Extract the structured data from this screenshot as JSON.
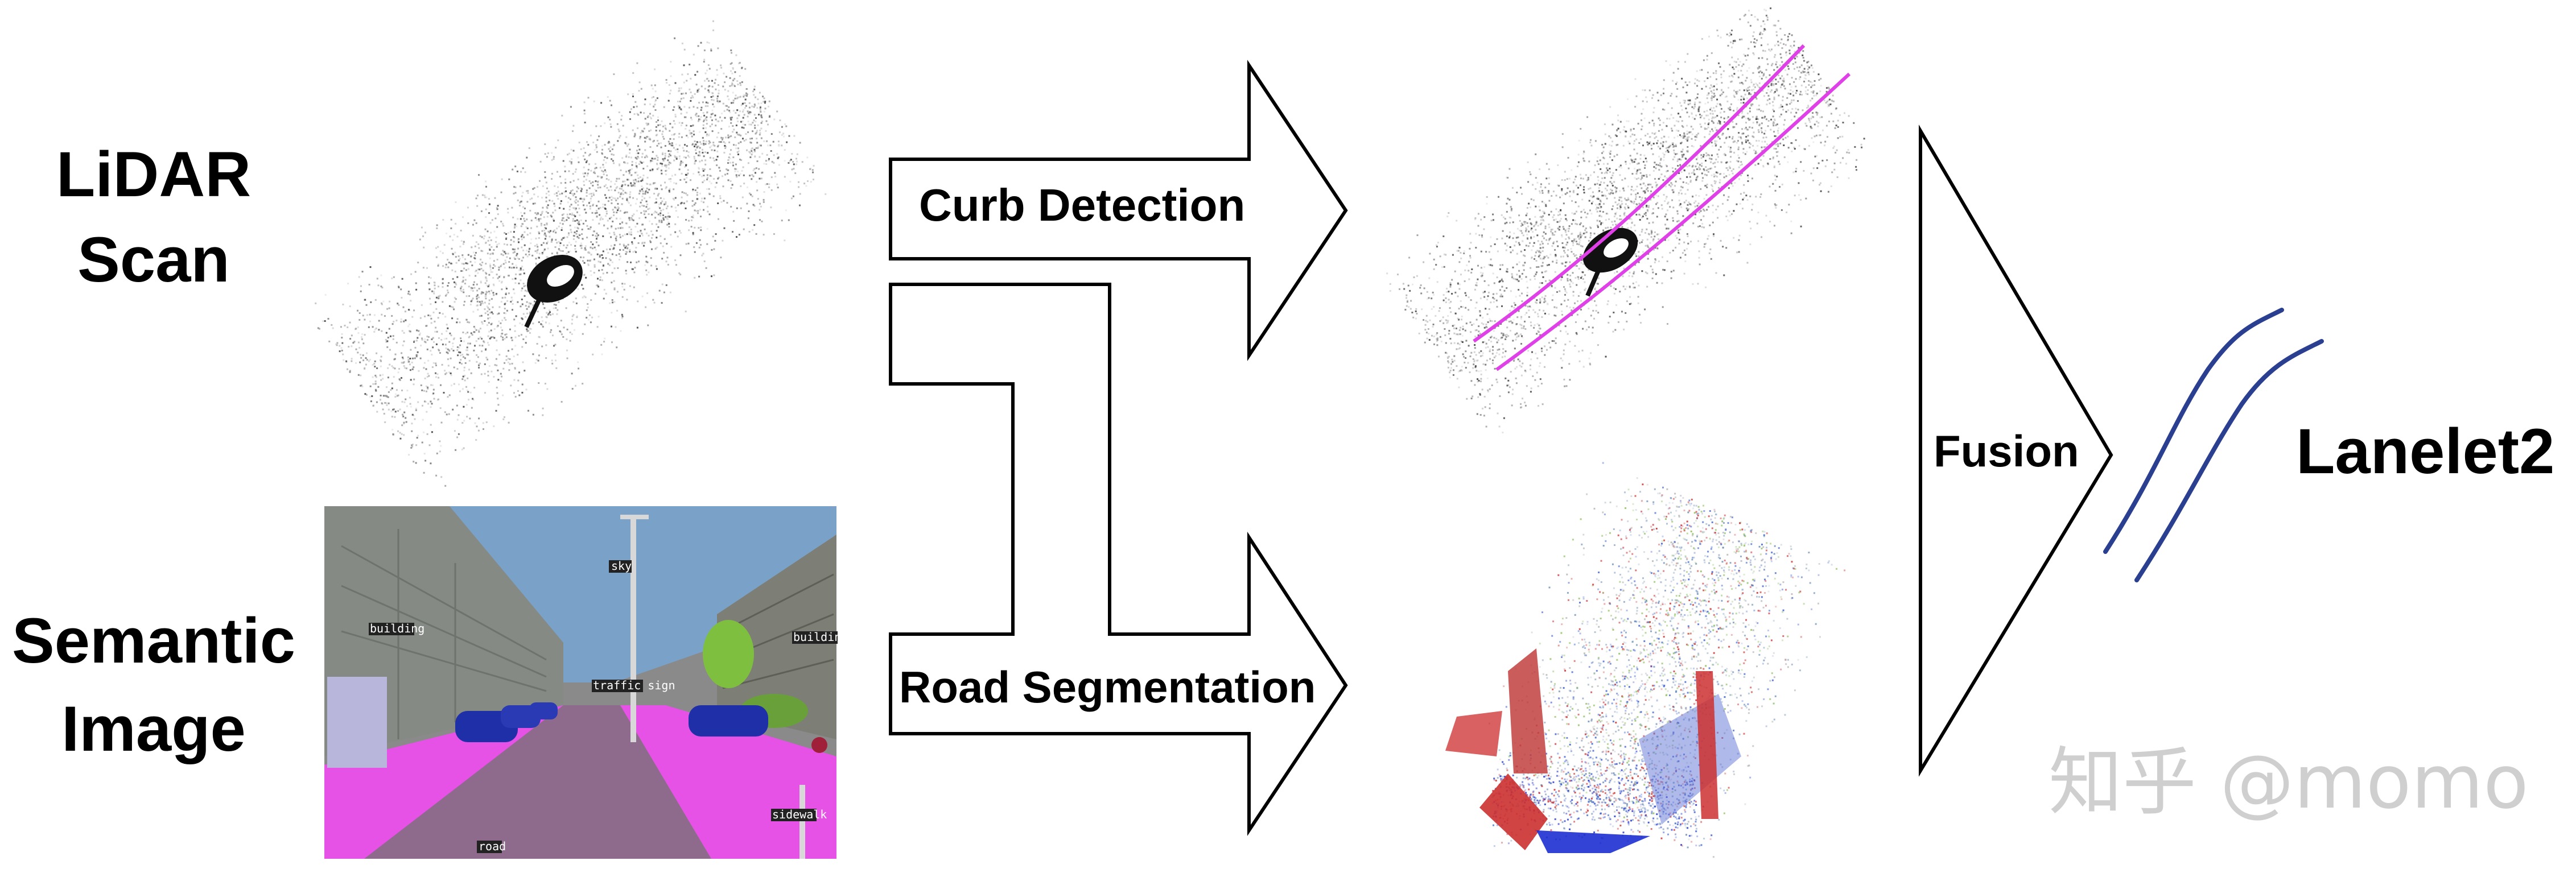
{
  "inputs": {
    "lidar_label_line1": "LiDAR",
    "lidar_label_line2": "Scan",
    "semantic_label_line1": "Semantic",
    "semantic_label_line2": "Image"
  },
  "arrows": {
    "curb_detection": "Curb Detection",
    "road_segmentation": "Road Segmentation",
    "fusion": "Fusion"
  },
  "output": {
    "label": "Lanelet2"
  },
  "semantic_image_tags": {
    "sky": "sky",
    "building_left": "building",
    "building_right": "building",
    "traffic_sign": "traffic sign",
    "sidewalk": "sidewalk",
    "road": "road"
  },
  "watermark": "知乎 @momo",
  "colors": {
    "curb_line": "#e040e8",
    "lanelet_line": "#2a3f8f",
    "sky": "#7aa2c8",
    "road": "#8e6a8c",
    "sidewalk": "#e651e6",
    "car": "#1f2fa8",
    "vegetation": "#7fbf3f"
  }
}
